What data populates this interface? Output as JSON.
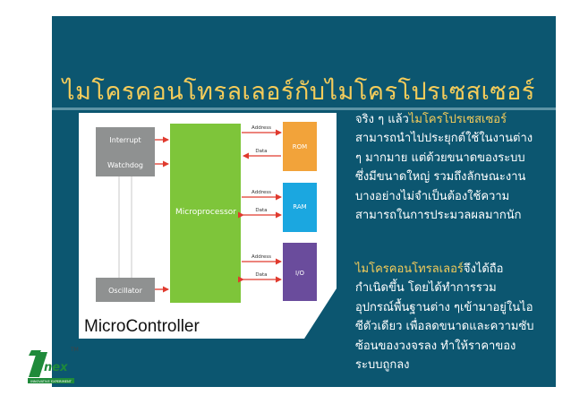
{
  "slide": {
    "title": "ไมโครคอนโทรลเลอร์กับไมโครโปรเซสเซอร์"
  },
  "diagram": {
    "blocks": {
      "interrupt": "Interrupt",
      "watchdog": "Watchdog",
      "oscillator": "Oscillator",
      "microprocessor": "Microprocessor",
      "rom": "ROM",
      "ram": "RAM",
      "io": "I/O"
    },
    "bus": {
      "address": "Address",
      "data": "Data"
    },
    "caption": "MicroController",
    "colors": {
      "processor": "#7ec53a",
      "rom": "#f2a33a",
      "ram": "#1ba7e0",
      "io": "#6a4c9c",
      "side_block": "#8f9191",
      "arrow": "#e03a2e"
    }
  },
  "text": {
    "p1_prefix": "จริง ๆ แล้ว",
    "p1_highlight": "ไมโครโปรเซสเซอร์",
    "p1_body": "สามารถนำไปประยุกต์ใช้ในงานต่าง ๆ มากมาย แต่ด้วยขนาดของระบบซึ่งมีขนาดใหญ่ รวมถึงลักษณะงานบางอย่างไม่จำเป็นต้องใช้ความสามารถในการประมวลผลมากนัก",
    "p2_highlight": "ไมโครคอนโทรลเลอร์",
    "p2_body": "จึงได้ถือกำเนิดขึ้น โดยได้ทำการรวมอุปกรณ์พื้นฐานต่าง ๆเข้ามาอยู่ในไอซีตัวเดียว เพื่อลดขนาดและความซับซ้อนของวงจรลง ทำให้ราคาของระบบถูกลง"
  },
  "logo": {
    "mark": "TM",
    "brand": "nex",
    "tagline": "INNOVATIVE EXPERIMENT"
  }
}
